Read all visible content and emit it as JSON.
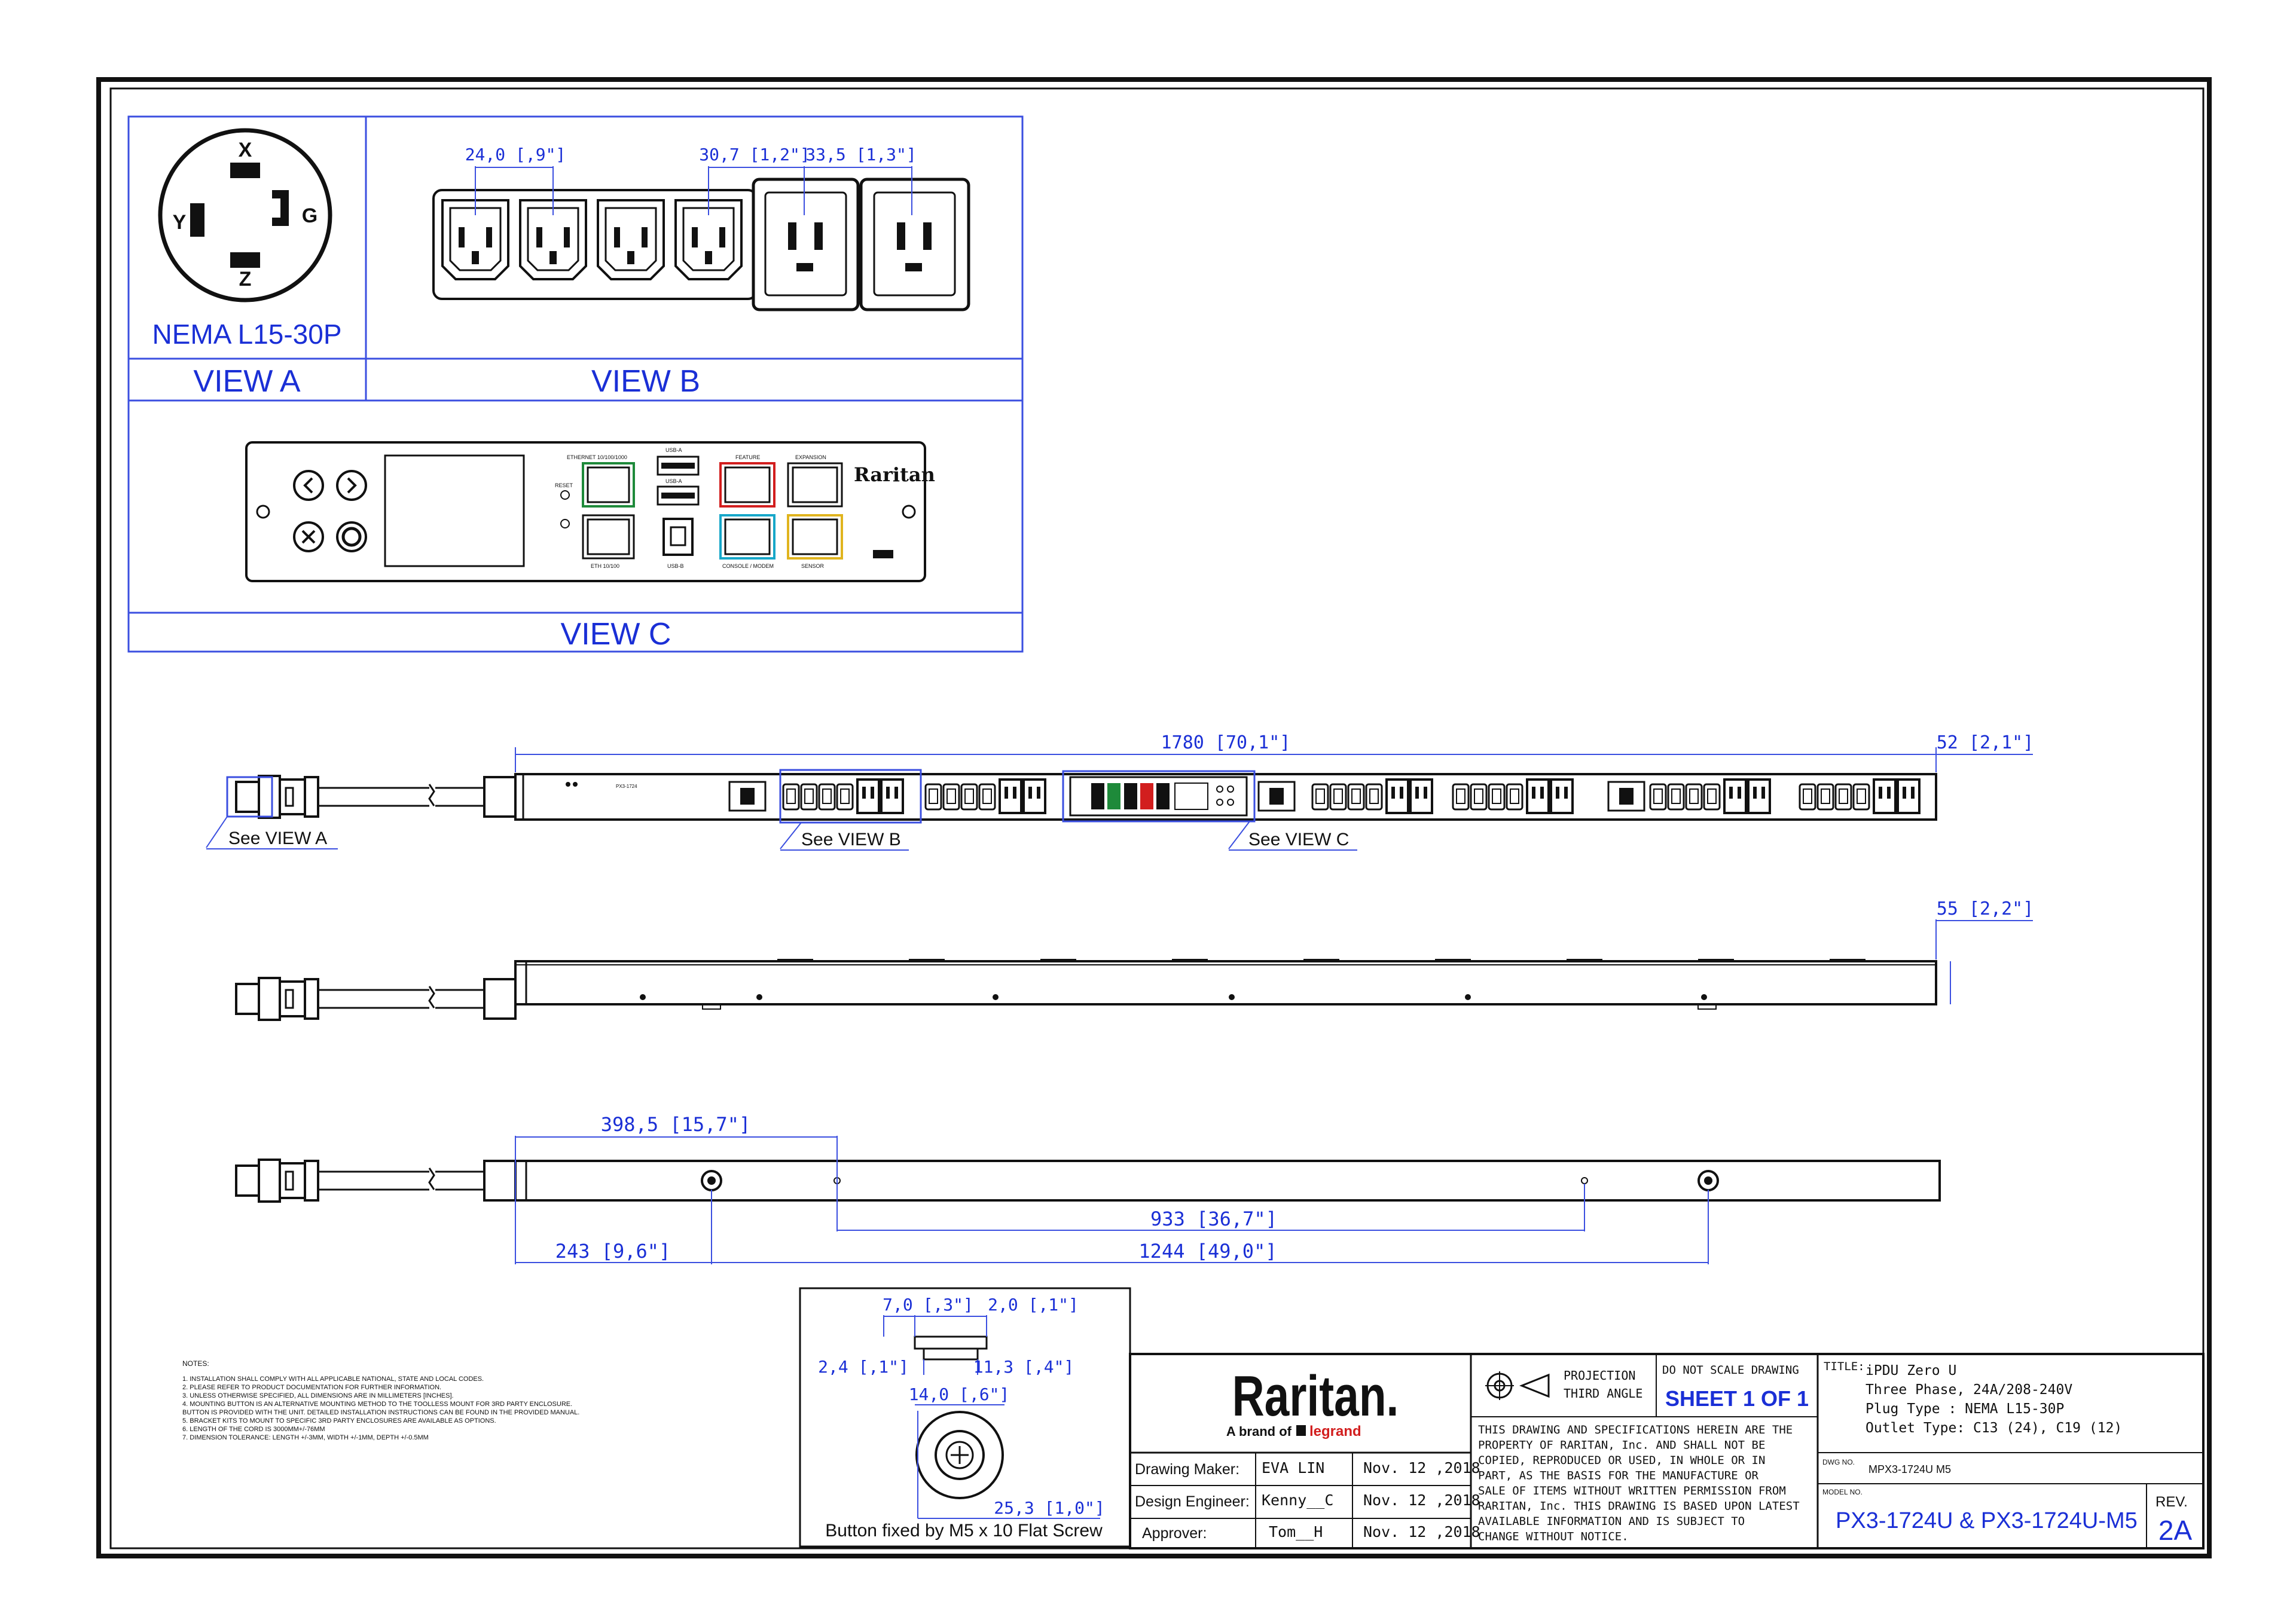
{
  "views": {
    "plug_label": "NEMA L15-30P",
    "plug_pins": {
      "x": "X",
      "y": "Y",
      "g": "G",
      "z": "Z"
    },
    "view_a": "VIEW A",
    "view_b": "VIEW B",
    "view_c": "VIEW C",
    "b_dim_1": "24,0  [,9\"]",
    "b_dim_2": "30,7  [1,2\"]",
    "b_dim_3": "33,5  [1,3\"]"
  },
  "controller_labels": {
    "eth": "ETHERNET 10/100/1000",
    "eth2": "ETH 10/100",
    "usb_a1": "USB-A",
    "usb_a2": "USB-A",
    "usb_b": "USB-B",
    "feature": "FEATURE",
    "console": "CONSOLE / MODEM",
    "expansion": "EXPANSION",
    "sensor": "SENSOR",
    "reset": "RESET",
    "brand": "Raritan"
  },
  "elevations": {
    "length_dim": "1780  [70,1\"]",
    "width_dim": "52  [2,1\"]",
    "see_a": "See VIEW A",
    "see_b": "See VIEW B",
    "see_c": "See VIEW C",
    "depth_dim": "55  [2,2\"]",
    "dim_398": "398,5  [15,7\"]",
    "dim_933": "933  [36,7\"]",
    "dim_243": "243  [9,6\"]",
    "dim_1244": "1244  [49,0\"]"
  },
  "button_detail": {
    "dim_7": "7,0  [,3\"]",
    "dim_2": "2,0  [,1\"]",
    "dim_24": "2,4  [,1\"]",
    "dim_113": "11,3  [,4\"]",
    "dim_14": "14,0  [,6\"]",
    "dim_253": "25,3  [1,0\"]",
    "caption": "Button fixed by M5 x 10 Flat Screw"
  },
  "notes": {
    "title": "NOTES:",
    "items": [
      "1. INSTALLATION SHALL COMPLY WITH ALL APPLICABLE NATIONAL, STATE AND LOCAL CODES.",
      "2. PLEASE REFER TO PRODUCT DOCUMENTATION FOR FURTHER INFORMATION.",
      "3. UNLESS OTHERWISE SPECIFIED, ALL DIMENSIONS ARE IN MILLIMETERS [INCHES].",
      "4. MOUNTING BUTTON IS AN ALTERNATIVE MOUNTING METHOD TO THE TOOLLESS MOUNT FOR 3RD PARTY ENCLOSURE.",
      "   BUTTON IS PROVIDED WITH THE UNIT. DETAILED INSTALLATION INSTRUCTIONS CAN BE FOUND IN THE PROVIDED MANUAL.",
      "5. BRACKET KITS TO MOUNT TO SPECIFIC 3RD PARTY ENCLOSURES ARE AVAILABLE AS OPTIONS.",
      "6. LENGTH OF THE CORD IS 3000MM+/-76MM",
      "7. DIMENSION TOLERANCE: LENGTH +/-3MM, WIDTH +/-1MM, DEPTH +/-0.5MM"
    ]
  },
  "title_block": {
    "logo": "Raritan.",
    "tagline_prefix": "A brand of",
    "tagline_brand": "legrand",
    "rows": [
      {
        "role": "Drawing Maker:",
        "name": "EVA LIN",
        "date": "Nov. 12 ,2018"
      },
      {
        "role": "Design Engineer:",
        "name": "Kenny__C",
        "date": "Nov. 12 ,2018"
      },
      {
        "role": "Approver:",
        "name": "Tom__H",
        "date": "Nov. 12 ,2018"
      }
    ],
    "projection_1": "PROJECTION",
    "projection_2": "THIRD ANGLE",
    "do_not_scale": "DO NOT SCALE DRAWING",
    "sheet": "SHEET 1 OF 1",
    "property_text": [
      "THIS DRAWING AND SPECIFICATIONS HEREIN ARE THE",
      "PROPERTY OF RARITAN, Inc. AND SHALL NOT BE",
      "COPIED, REPRODUCED OR USED, IN WHOLE OR IN",
      "PART, AS THE BASIS FOR THE MANUFACTURE OR",
      "SALE OF ITEMS WITHOUT WRITTEN PERMISSION FROM",
      "RARITAN, Inc. THIS DRAWING IS BASED UPON LATEST",
      "AVAILABLE INFORMATION AND IS SUBJECT TO",
      "CHANGE WITHOUT NOTICE."
    ],
    "title_label": "TITLE:",
    "title_lines": [
      "iPDU Zero U",
      "Three Phase, 24A/208-240V",
      "Plug Type : NEMA L15-30P",
      "Outlet Type: C13 (24), C19 (12)"
    ],
    "dwg_label": "DWG NO.",
    "dwg_no": "MPX3-1724U M5",
    "model_label": "MODEL NO.",
    "model": "PX3-1724U & PX3-1724U-M5",
    "rev_label": "REV.",
    "rev": "2A"
  }
}
